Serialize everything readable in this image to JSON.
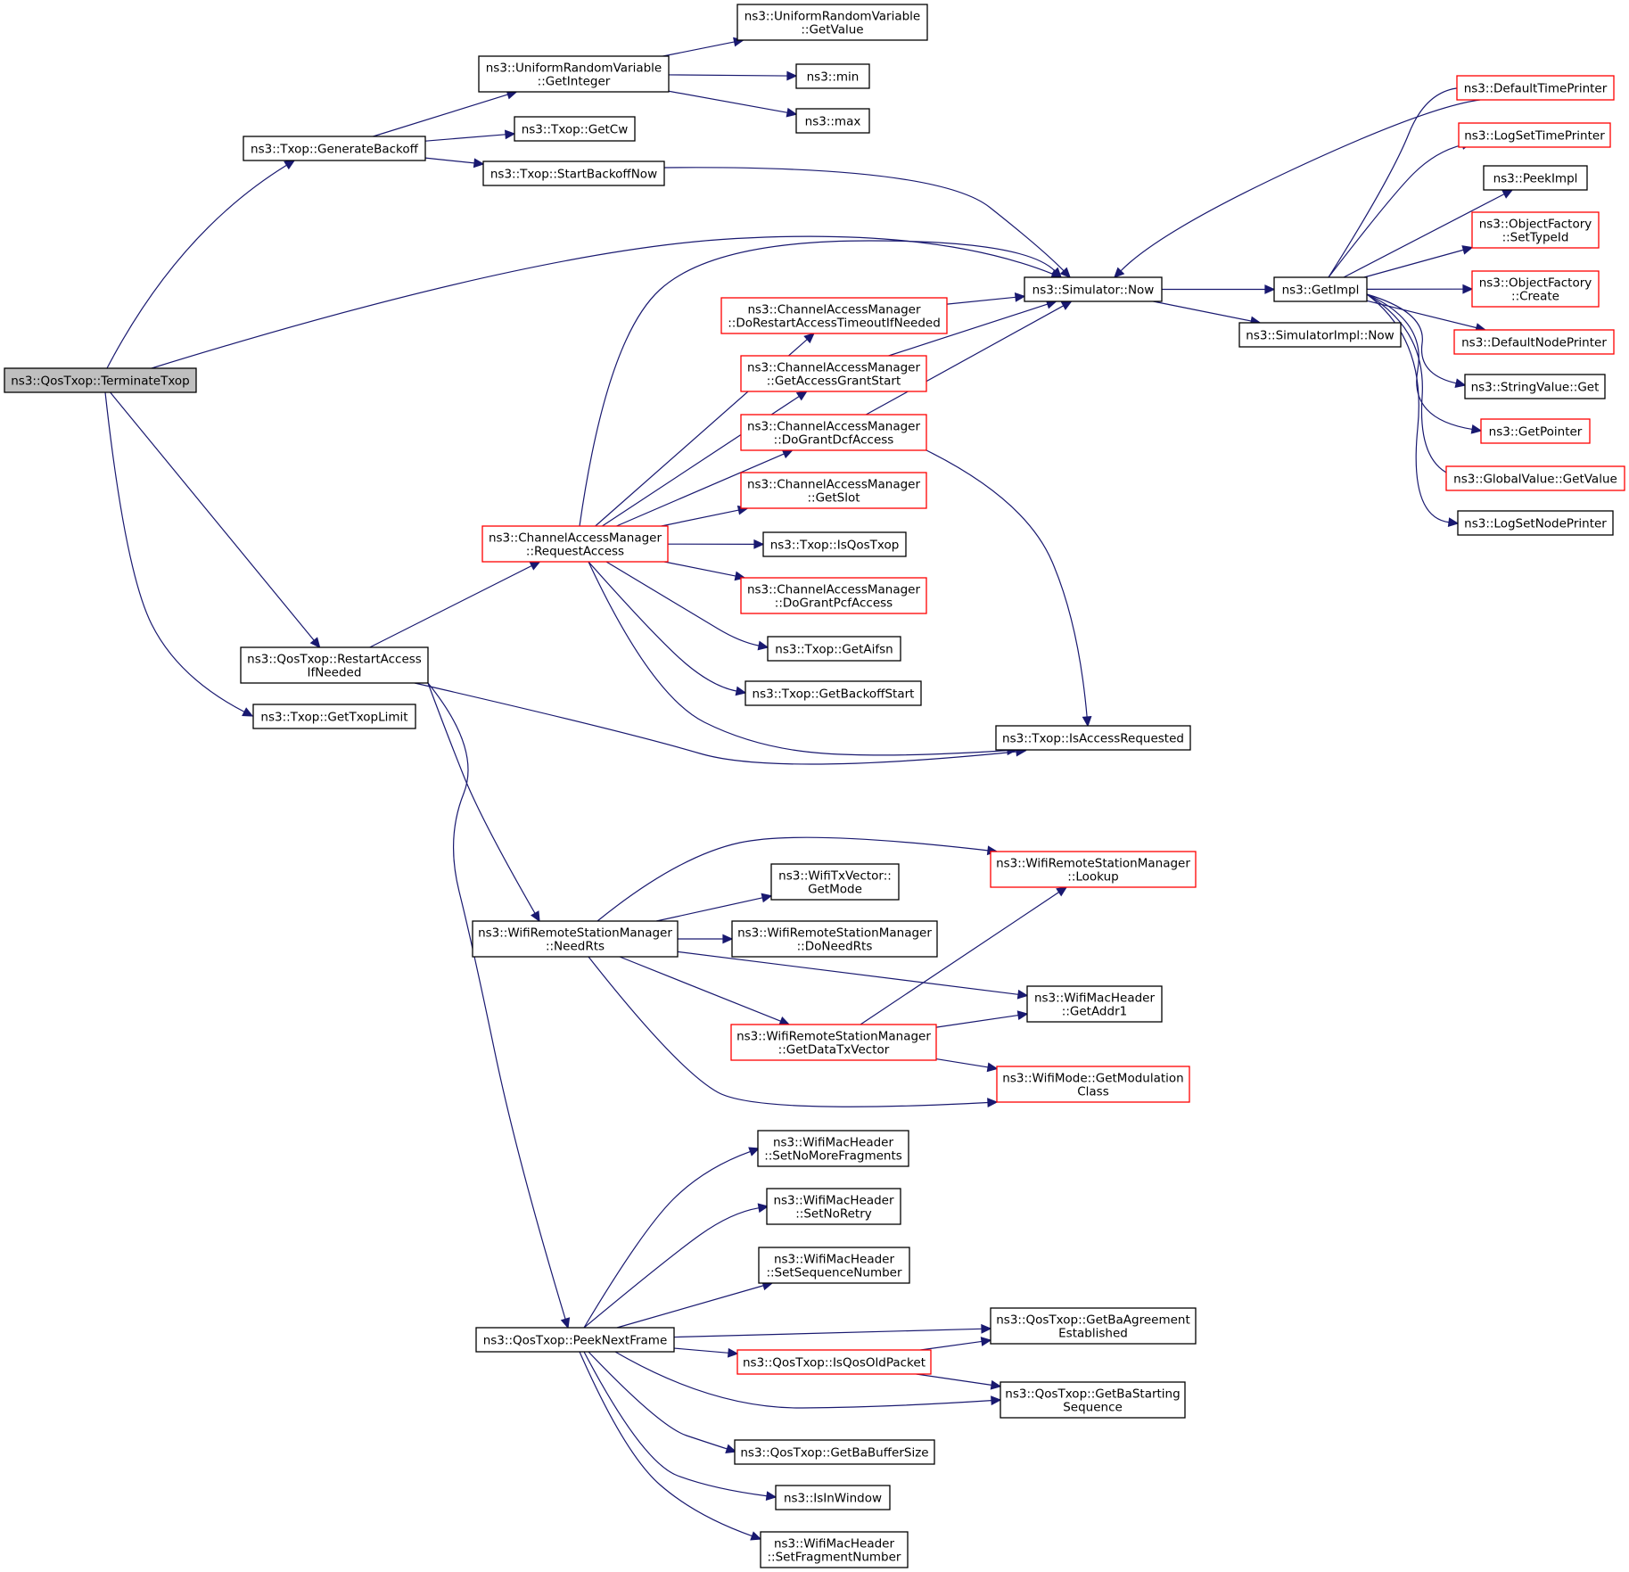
{
  "colors": {
    "edge": "#191970",
    "node_border": "#000000",
    "node_border_incomplete": "#ff0000",
    "root_fill": "#bfbfbf",
    "background": "#ffffff"
  },
  "nodes": {
    "terminateTxop": {
      "lines": [
        "ns3::QosTxop::TerminateTxop"
      ],
      "style": "root"
    },
    "generateBackoff": {
      "lines": [
        "ns3::Txop::GenerateBackoff"
      ],
      "style": "normal"
    },
    "urvGetInteger": {
      "lines": [
        "ns3::UniformRandomVariable",
        "::GetInteger"
      ],
      "style": "normal"
    },
    "urvGetValue": {
      "lines": [
        "ns3::UniformRandomVariable",
        "::GetValue"
      ],
      "style": "normal"
    },
    "min": {
      "lines": [
        "ns3::min"
      ],
      "style": "normal"
    },
    "max": {
      "lines": [
        "ns3::max"
      ],
      "style": "normal"
    },
    "getCw": {
      "lines": [
        "ns3::Txop::GetCw"
      ],
      "style": "normal"
    },
    "startBackoffNow": {
      "lines": [
        "ns3::Txop::StartBackoffNow"
      ],
      "style": "normal"
    },
    "simNow": {
      "lines": [
        "ns3::Simulator::Now"
      ],
      "style": "normal"
    },
    "getImpl": {
      "lines": [
        "ns3::GetImpl"
      ],
      "style": "normal"
    },
    "simImplNow": {
      "lines": [
        "ns3::SimulatorImpl::Now"
      ],
      "style": "normal"
    },
    "defaultTimePrinter": {
      "lines": [
        "ns3::DefaultTimePrinter"
      ],
      "style": "red"
    },
    "logSetTimePrinter": {
      "lines": [
        "ns3::LogSetTimePrinter"
      ],
      "style": "red"
    },
    "peekImpl": {
      "lines": [
        "ns3::PeekImpl"
      ],
      "style": "normal"
    },
    "ofSetTypeId": {
      "lines": [
        "ns3::ObjectFactory",
        "::SetTypeId"
      ],
      "style": "red"
    },
    "ofCreate": {
      "lines": [
        "ns3::ObjectFactory",
        "::Create"
      ],
      "style": "red"
    },
    "defaultNodePrinter": {
      "lines": [
        "ns3::DefaultNodePrinter"
      ],
      "style": "red"
    },
    "stringValueGet": {
      "lines": [
        "ns3::StringValue::Get"
      ],
      "style": "normal"
    },
    "getPointer": {
      "lines": [
        "ns3::GetPointer"
      ],
      "style": "red"
    },
    "globalValueGetValue": {
      "lines": [
        "ns3::GlobalValue::GetValue"
      ],
      "style": "red"
    },
    "logSetNodePrinter": {
      "lines": [
        "ns3::LogSetNodePrinter"
      ],
      "style": "normal"
    },
    "doRestartTimeout": {
      "lines": [
        "ns3::ChannelAccessManager",
        "::DoRestartAccessTimeoutIfNeeded"
      ],
      "style": "red"
    },
    "getAccessGrantStart": {
      "lines": [
        "ns3::ChannelAccessManager",
        "::GetAccessGrantStart"
      ],
      "style": "red"
    },
    "doGrantDcfAccess": {
      "lines": [
        "ns3::ChannelAccessManager",
        "::DoGrantDcfAccess"
      ],
      "style": "red"
    },
    "getSlot": {
      "lines": [
        "ns3::ChannelAccessManager",
        "::GetSlot"
      ],
      "style": "red"
    },
    "requestAccess": {
      "lines": [
        "ns3::ChannelAccessManager",
        "::RequestAccess"
      ],
      "style": "red"
    },
    "isQosTxop": {
      "lines": [
        "ns3::Txop::IsQosTxop"
      ],
      "style": "normal"
    },
    "doGrantPcfAccess": {
      "lines": [
        "ns3::ChannelAccessManager",
        "::DoGrantPcfAccess"
      ],
      "style": "red"
    },
    "getAifsn": {
      "lines": [
        "ns3::Txop::GetAifsn"
      ],
      "style": "normal"
    },
    "getBackoffStart": {
      "lines": [
        "ns3::Txop::GetBackoffStart"
      ],
      "style": "normal"
    },
    "restartAccess": {
      "lines": [
        "ns3::QosTxop::RestartAccess",
        "IfNeeded"
      ],
      "style": "normal"
    },
    "getTxopLimit": {
      "lines": [
        "ns3::Txop::GetTxopLimit"
      ],
      "style": "normal"
    },
    "isAccessRequested": {
      "lines": [
        "ns3::Txop::IsAccessRequested"
      ],
      "style": "normal"
    },
    "lookup": {
      "lines": [
        "ns3::WifiRemoteStationManager",
        "::Lookup"
      ],
      "style": "red"
    },
    "txVectorGetMode": {
      "lines": [
        "ns3::WifiTxVector::",
        "GetMode"
      ],
      "style": "normal"
    },
    "needRts": {
      "lines": [
        "ns3::WifiRemoteStationManager",
        "::NeedRts"
      ],
      "style": "normal"
    },
    "doNeedRts": {
      "lines": [
        "ns3::WifiRemoteStationManager",
        "::DoNeedRts"
      ],
      "style": "normal"
    },
    "getAddr1": {
      "lines": [
        "ns3::WifiMacHeader",
        "::GetAddr1"
      ],
      "style": "normal"
    },
    "getDataTxVector": {
      "lines": [
        "ns3::WifiRemoteStationManager",
        "::GetDataTxVector"
      ],
      "style": "red"
    },
    "getModulationClass": {
      "lines": [
        "ns3::WifiMode::GetModulation",
        "Class"
      ],
      "style": "red"
    },
    "setNoMoreFragments": {
      "lines": [
        "ns3::WifiMacHeader",
        "::SetNoMoreFragments"
      ],
      "style": "normal"
    },
    "setNoRetry": {
      "lines": [
        "ns3::WifiMacHeader",
        "::SetNoRetry"
      ],
      "style": "normal"
    },
    "setSequenceNumber": {
      "lines": [
        "ns3::WifiMacHeader",
        "::SetSequenceNumber"
      ],
      "style": "normal"
    },
    "getBaAgreement": {
      "lines": [
        "ns3::QosTxop::GetBaAgreement",
        "Established"
      ],
      "style": "normal"
    },
    "peekNextFrame": {
      "lines": [
        "ns3::QosTxop::PeekNextFrame"
      ],
      "style": "normal"
    },
    "isQosOldPacket": {
      "lines": [
        "ns3::QosTxop::IsQosOldPacket"
      ],
      "style": "red"
    },
    "getBaStartingSeq": {
      "lines": [
        "ns3::QosTxop::GetBaStarting",
        "Sequence"
      ],
      "style": "normal"
    },
    "getBaBufferSize": {
      "lines": [
        "ns3::QosTxop::GetBaBufferSize"
      ],
      "style": "normal"
    },
    "isInWindow": {
      "lines": [
        "ns3::IsInWindow"
      ],
      "style": "normal"
    },
    "setFragmentNumber": {
      "lines": [
        "ns3::WifiMacHeader",
        "::SetFragmentNumber"
      ],
      "style": "normal"
    }
  },
  "edges": [
    [
      "terminateTxop",
      "generateBackoff"
    ],
    [
      "terminateTxop",
      "simNow"
    ],
    [
      "terminateTxop",
      "restartAccess"
    ],
    [
      "terminateTxop",
      "getTxopLimit"
    ],
    [
      "generateBackoff",
      "urvGetInteger"
    ],
    [
      "generateBackoff",
      "getCw"
    ],
    [
      "generateBackoff",
      "startBackoffNow"
    ],
    [
      "urvGetInteger",
      "urvGetValue"
    ],
    [
      "urvGetInteger",
      "min"
    ],
    [
      "urvGetInteger",
      "max"
    ],
    [
      "startBackoffNow",
      "simNow"
    ],
    [
      "simNow",
      "getImpl"
    ],
    [
      "simNow",
      "simImplNow"
    ],
    [
      "getImpl",
      "defaultTimePrinter"
    ],
    [
      "getImpl",
      "logSetTimePrinter"
    ],
    [
      "getImpl",
      "peekImpl"
    ],
    [
      "getImpl",
      "ofSetTypeId"
    ],
    [
      "getImpl",
      "ofCreate"
    ],
    [
      "getImpl",
      "defaultNodePrinter"
    ],
    [
      "getImpl",
      "stringValueGet"
    ],
    [
      "getImpl",
      "getPointer"
    ],
    [
      "getImpl",
      "globalValueGetValue"
    ],
    [
      "getImpl",
      "logSetNodePrinter"
    ],
    [
      "defaultTimePrinter",
      "simNow"
    ],
    [
      "restartAccess",
      "requestAccess"
    ],
    [
      "restartAccess",
      "isAccessRequested"
    ],
    [
      "restartAccess",
      "needRts"
    ],
    [
      "restartAccess",
      "peekNextFrame"
    ],
    [
      "requestAccess",
      "simNow"
    ],
    [
      "requestAccess",
      "doRestartTimeout"
    ],
    [
      "requestAccess",
      "getAccessGrantStart"
    ],
    [
      "requestAccess",
      "doGrantDcfAccess"
    ],
    [
      "requestAccess",
      "getSlot"
    ],
    [
      "requestAccess",
      "isQosTxop"
    ],
    [
      "requestAccess",
      "doGrantPcfAccess"
    ],
    [
      "requestAccess",
      "getAifsn"
    ],
    [
      "requestAccess",
      "getBackoffStart"
    ],
    [
      "requestAccess",
      "isAccessRequested"
    ],
    [
      "doRestartTimeout",
      "simNow"
    ],
    [
      "getAccessGrantStart",
      "simNow"
    ],
    [
      "doGrantDcfAccess",
      "simNow"
    ],
    [
      "doGrantDcfAccess",
      "isAccessRequested"
    ],
    [
      "needRts",
      "lookup"
    ],
    [
      "needRts",
      "txVectorGetMode"
    ],
    [
      "needRts",
      "doNeedRts"
    ],
    [
      "needRts",
      "getAddr1"
    ],
    [
      "needRts",
      "getDataTxVector"
    ],
    [
      "needRts",
      "getModulationClass"
    ],
    [
      "getDataTxVector",
      "lookup"
    ],
    [
      "getDataTxVector",
      "getAddr1"
    ],
    [
      "getDataTxVector",
      "getModulationClass"
    ],
    [
      "peekNextFrame",
      "setNoMoreFragments"
    ],
    [
      "peekNextFrame",
      "setNoRetry"
    ],
    [
      "peekNextFrame",
      "setSequenceNumber"
    ],
    [
      "peekNextFrame",
      "getBaAgreement"
    ],
    [
      "peekNextFrame",
      "isQosOldPacket"
    ],
    [
      "peekNextFrame",
      "getBaStartingSeq"
    ],
    [
      "peekNextFrame",
      "getBaBufferSize"
    ],
    [
      "peekNextFrame",
      "isInWindow"
    ],
    [
      "peekNextFrame",
      "setFragmentNumber"
    ],
    [
      "isQosOldPacket",
      "getBaAgreement"
    ],
    [
      "isQosOldPacket",
      "getBaStartingSeq"
    ]
  ]
}
